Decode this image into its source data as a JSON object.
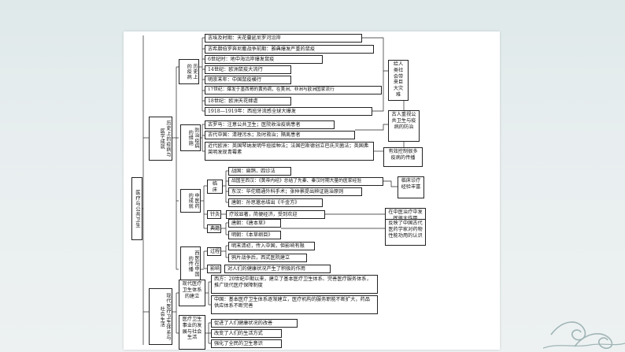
{
  "root": "医疗与公共卫生",
  "branch1": {
    "label": "历史上的疫病与医学成就",
    "epidemics": {
      "label": "历史上的疫病",
      "items": [
        "古埃及时期：天花蔓延尼罗河沿岸",
        "古希腊伯罗奔尼撒战争前期：雅典爆发严重的鼠疫",
        "6世纪时：地中海沿岸爆发鼠疫",
        "14世纪：欧洲鼠疫大流行",
        "明崇末年：中国鼠疫横行",
        "17世纪：爆发于墨西哥的黄热病，在美洲、非洲与欧洲国家流行",
        "18世纪：欧洲天花肆虐",
        "1918—1919年：西班牙流感全球大爆发"
      ],
      "side_note": "给人类社会带来巨大灾难"
    },
    "prevention": {
      "label": "防治疫病的措施",
      "items": [
        "古罗马：注意公共卫生；医院收治疫病患者",
        "古代中国：清理污水；及时救治；隔离患者",
        "近代欧洲：英国琴纳发明牛痘接种法；法国巴斯德创立巴氏灭菌法；英国弗莱明发现青霉素"
      ],
      "side_note_1": "古人重视公共卫生与疫病的防治",
      "side_note_2": "有效控制很多疫病的传播"
    },
    "tcm": {
      "label": "中医药的成就",
      "diagnosis": {
        "label": "临床诊断",
        "items": [
          "战国：扁鹊，四诊法",
          "战国至西汉：《黄帝内经》总结了先秦、秦汉时期大量的医家经验",
          "东汉：华佗精通外科手术；张仲景提出辨证施治原则",
          "唐朝：孙思邈总结出《千金方》"
        ],
        "side_note": "临床诊疗经验丰富"
      },
      "acupuncture": {
        "label": "针灸",
        "text": "疗效显著，简便经济，受到欢迎",
        "side_note": "在中医治疗中发挥很大作用"
      },
      "classics": {
        "label": "典籍",
        "items": [
          "唐朝：《唐本草》",
          "明朝：《本草纲目》"
        ],
        "side_note": "反映了中国古代医药学家对药物性能功用的认识"
      }
    },
    "western": {
      "label": "西医在中国的传播",
      "process": {
        "label": "过程",
        "items": [
          "明末清初，传入中国，但影响有限",
          "鸦片战争后，西式医院建立"
        ]
      },
      "impact": {
        "label": "影响",
        "text": "对人们的健康状况产生了积极的作用"
      }
    }
  },
  "branch2": {
    "label": "现代医疗卫生体系与社会生活",
    "establish": {
      "label": "现代医疗卫生体系的建立",
      "west": "西方：20世纪中期以来，建立了基本医疗卫生体系、完善医疗服务体系，推广现代医疗保障制度",
      "china": "中国：基本医疗卫生体系逐渐建立，医疗机构的服务职能不断扩大，药品供应体系不断完善"
    },
    "development": {
      "label": "医疗卫生事业的发展与社会生活",
      "items": [
        "促进了人们健康状况的改善",
        "改变了人们的生活方式",
        "强化了全民的卫生意识"
      ]
    }
  }
}
